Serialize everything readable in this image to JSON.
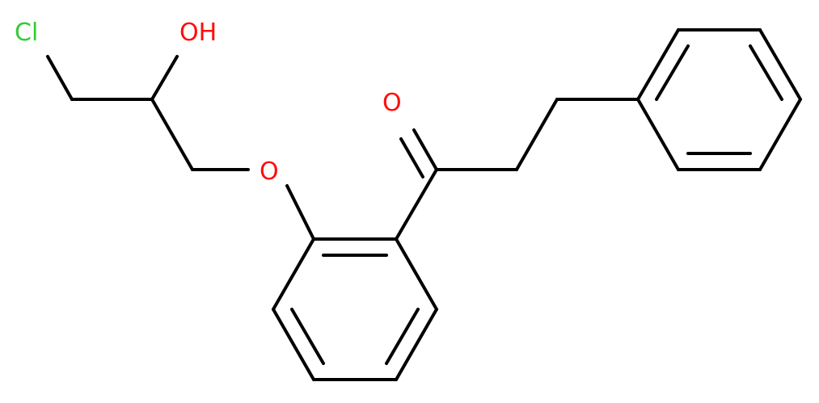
{
  "molecule": {
    "atom_labels": {
      "chlorine": "Cl",
      "hydroxyl": "OH",
      "ether_oxygen": "O",
      "carbonyl_oxygen": "O"
    },
    "colors": {
      "bond": "#000000",
      "chlorine": "#33cc33",
      "oxygen": "#ff0d0d",
      "background": "#ffffff"
    }
  }
}
